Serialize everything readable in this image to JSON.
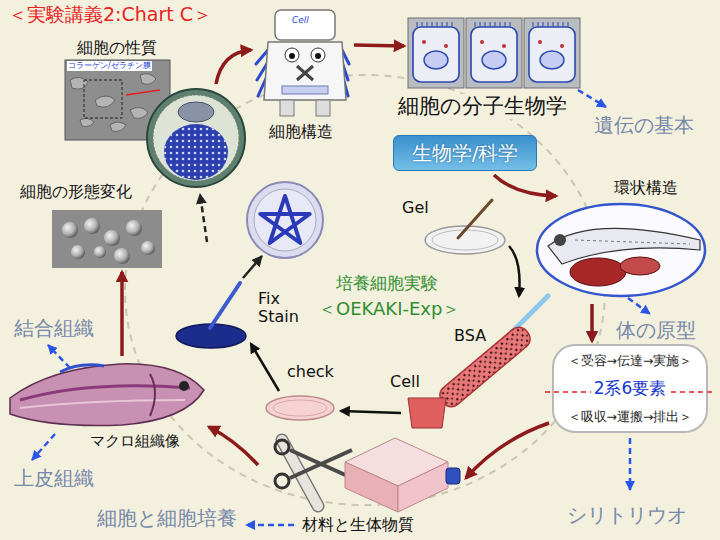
{
  "diagram": {
    "title": "＜実験講義2:Chart C＞",
    "nodes": [
      {
        "text": [
          "細胞の性質"
        ]
      },
      {
        "text": [
          "細胞構造"
        ]
      },
      {
        "text": [
          "細胞の分子生物学"
        ]
      },
      {
        "text": [
          "生物学/科学"
        ]
      },
      {
        "text": [
          "環状構造"
        ]
      },
      {
        "text": [
          "＜受容→伝達→実施＞",
          "2系6要素",
          "＜吸収→運搬→排出＞"
        ]
      },
      {
        "text": [
          "材料と生体物質"
        ]
      },
      {
        "text": [
          "マクロ組織像"
        ]
      },
      {
        "text": [
          "細胞の形態変化"
        ]
      },
      {
        "text": [
          "Gel"
        ]
      },
      {
        "text": [
          "Cell"
        ]
      },
      {
        "text": [
          "check"
        ]
      },
      {
        "text": [
          "Fix Stain"
        ]
      }
    ],
    "edges": [
      {
        "from": 0,
        "to": 1,
        "arrow": "to"
      },
      {
        "from": 1,
        "to": 2,
        "arrow": "to"
      },
      {
        "from": 3,
        "to": 4,
        "arrow": "to"
      },
      {
        "from": 4,
        "to": 5,
        "arrow": "to"
      },
      {
        "from": 5,
        "to": 6,
        "arrow": "to"
      },
      {
        "from": 6,
        "to": 7,
        "arrow": "to"
      },
      {
        "from": 7,
        "to": 8,
        "arrow": "to"
      },
      {
        "from": 9,
        "to": 10,
        "arrow": "to"
      },
      {
        "from": 10,
        "to": 11,
        "arrow": "to"
      },
      {
        "from": 11,
        "to": 12,
        "arrow": "to"
      }
    ],
    "labels": [
      "コラーゲン/ゼラチン膜",
      "Cell",
      "遺伝の基本",
      "体の原型",
      "シリトリウオ",
      "細胞と細胞培養",
      "上皮組織",
      "結合組織",
      "培養細胞実験",
      "＜OEKAKI-Exp＞",
      "BSA"
    ]
  }
}
